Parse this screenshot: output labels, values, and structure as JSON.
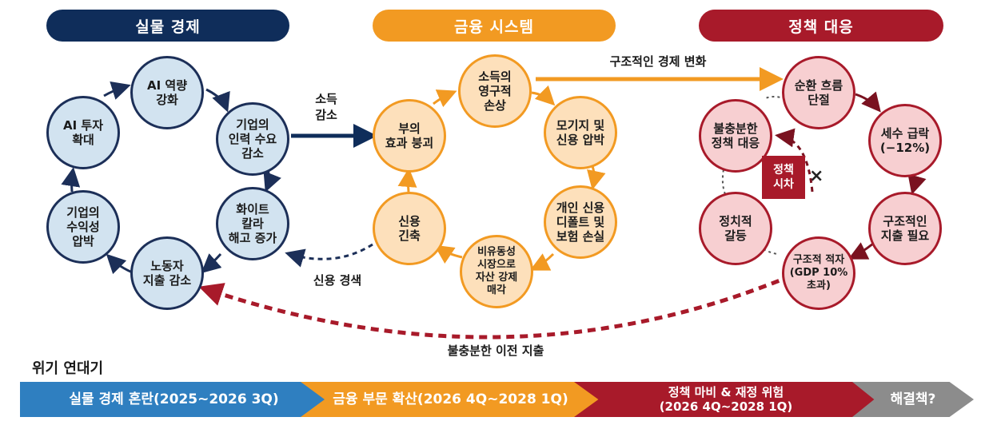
{
  "headers": {
    "real": "실물 경제",
    "finance": "금융 시스템",
    "policy": "정책 대응"
  },
  "real_nodes": {
    "ai_capability": "AI 역량\n강화",
    "labor_demand": "기업의\n인력 수요\n감소",
    "white_collar": "화이트\n칼라\n해고 증가",
    "spending": "노동자\n지출 감소",
    "profit": "기업의\n수익성\n압박",
    "ai_invest": "AI 투자\n확대"
  },
  "finance_nodes": {
    "income_loss": "소득의\n영구적\n손상",
    "mortgage": "모기지 및\n신용 압박",
    "default": "개인 신용\n디폴트 및\n보험 손실",
    "fire_sale": "비유동성\n시장으로\n자산 강제\n매각",
    "credit_tight": "신용\n긴축",
    "wealth": "부의\n효과 붕괴"
  },
  "policy_nodes": {
    "circulation": "순환 흐름\n단절",
    "tax": "세수 급락\n(−12%)",
    "spending_need": "구조적인\n지출 필요",
    "deficit": "구조적 적자\n(GDP 10%\n초과)",
    "conflict": "정치적\n갈등",
    "insufficient": "불충분한\n정책 대응"
  },
  "labels": {
    "income_drop": "소득\n감소",
    "structural_change": "구조적인 경제 변화",
    "credit_contraction": "신용 경색",
    "transfer": "불충분한 이전 지출",
    "policy_lag": "정책\n시차",
    "x_mark": "×"
  },
  "timeline": {
    "title": "위기 연대기",
    "segments": [
      "실물 경제 혼란(2025~2026 3Q)",
      "금융 부문 확산(2026 4Q~2028 1Q)",
      "정책 마비 & 재정 위험\n(2026 4Q~2028 1Q)",
      "해결책?"
    ]
  },
  "colors": {
    "navy": "#0f2d5a",
    "orange": "#f29a22",
    "crimson": "#a81a2a",
    "blue_fill": "#d2e3f0",
    "orange_fill": "#fde0bb",
    "red_fill": "#f7cfd1",
    "timeline_blue": "#2f7fc0",
    "timeline_gray": "#8c8c8c"
  }
}
